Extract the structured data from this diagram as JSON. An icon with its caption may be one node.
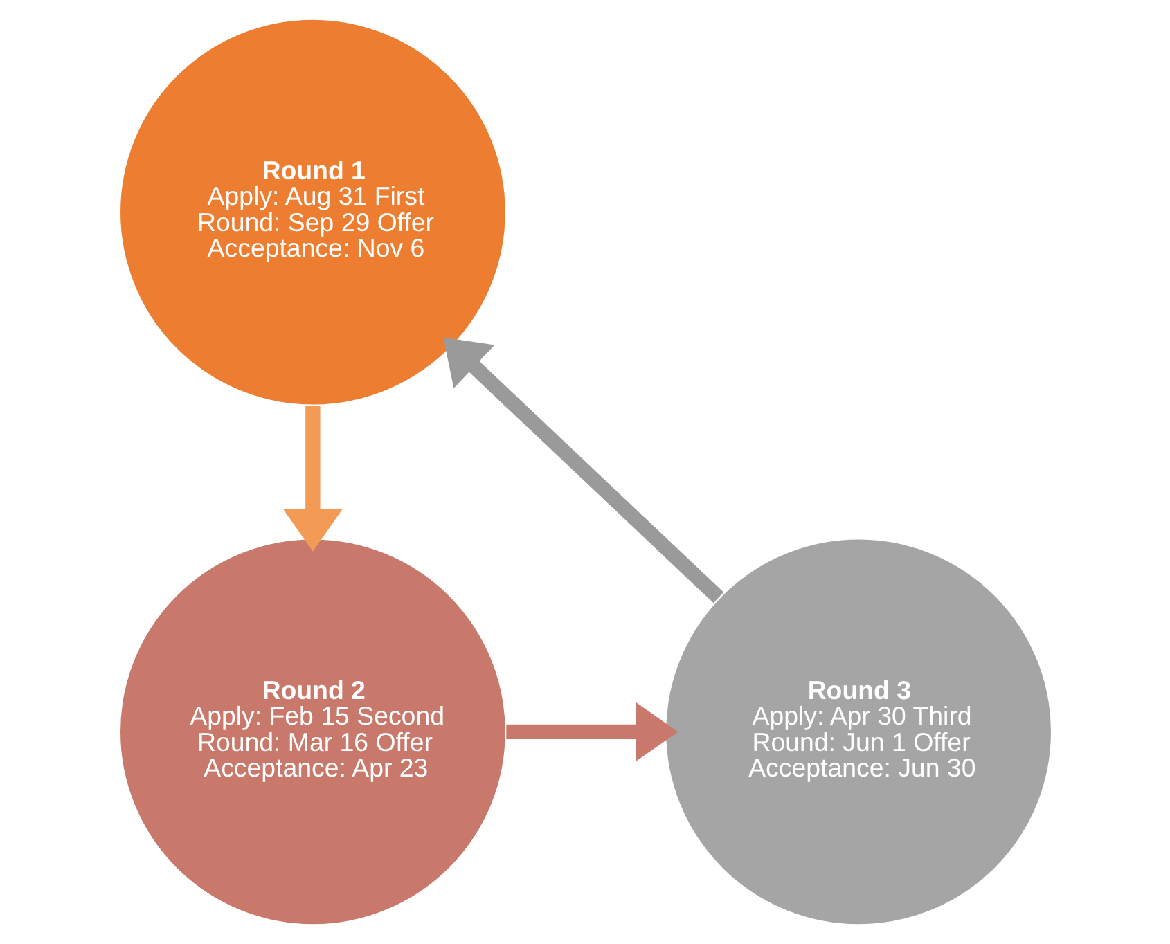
{
  "diagram": {
    "nodes": [
      {
        "text": [
          "Round 1",
          "Apply: Aug 31 First Round: Sep 29 Offer Acceptance: Nov 6"
        ]
      },
      {
        "text": [
          "Round 2",
          "Apply: Feb 15 Second Round: Mar 16 Offer Acceptance: Apr 23"
        ]
      },
      {
        "text": [
          "Round 3",
          "Apply: Apr 30 Third Round: Jun 1 Offer Acceptance: Jun 30"
        ]
      }
    ],
    "edges": [
      {
        "from": 0,
        "to": 1,
        "arrow": "to",
        "color": "#f39a55"
      },
      {
        "from": 1,
        "to": 2,
        "arrow": "to",
        "color": "#c9796b"
      },
      {
        "from": 2,
        "to": 0,
        "arrow": "to",
        "color": "#9a9a9a"
      }
    ]
  }
}
